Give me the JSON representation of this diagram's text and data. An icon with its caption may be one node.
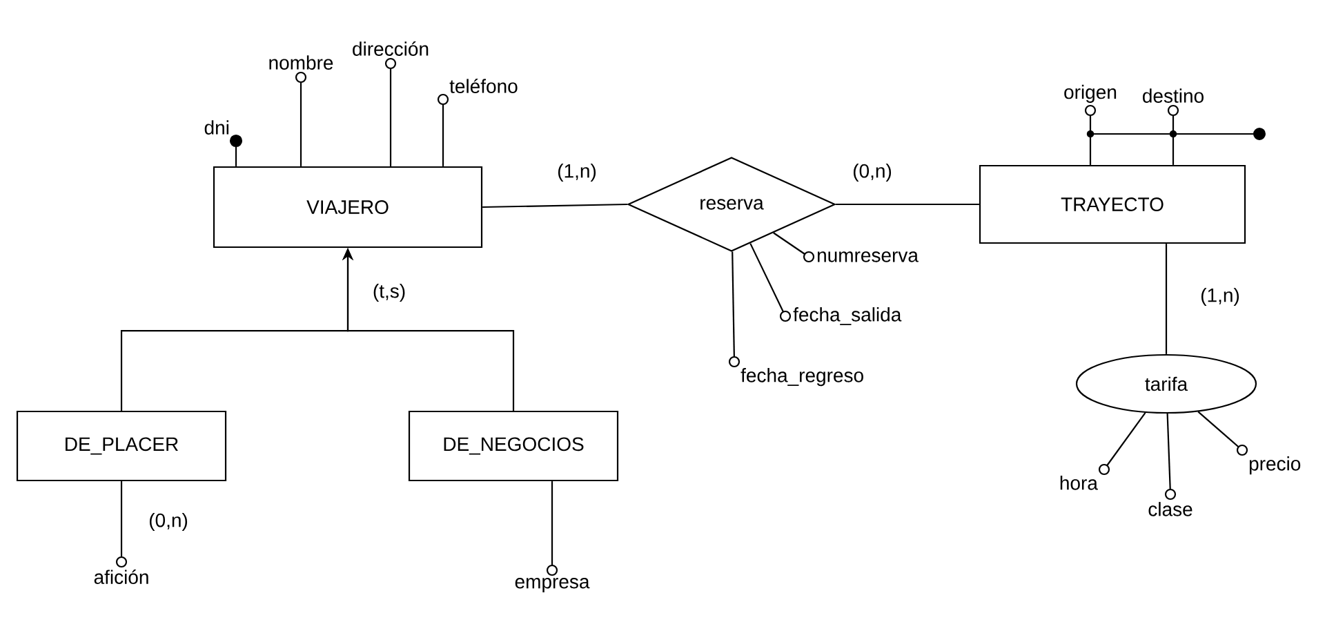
{
  "diagram": {
    "nodes": [
      {
        "text": [
          "VIAJERO"
        ]
      },
      {
        "text": [
          "reserva"
        ]
      },
      {
        "text": [
          "TRAYECTO"
        ]
      },
      {
        "text": [
          "DE_PLACER"
        ]
      },
      {
        "text": [
          "DE_NEGOCIOS"
        ]
      },
      {
        "text": [
          "tarifa"
        ]
      },
      {
        "text": [
          "dni"
        ]
      },
      {
        "text": [
          "nombre"
        ]
      },
      {
        "text": [
          "dirección"
        ]
      },
      {
        "text": [
          "teléfono"
        ]
      },
      {
        "text": [
          "origen"
        ]
      },
      {
        "text": [
          "destino"
        ]
      },
      {
        "text": [
          "numreserva"
        ]
      },
      {
        "text": [
          "fecha_salida"
        ]
      },
      {
        "text": [
          "fecha_regreso"
        ]
      },
      {
        "text": [
          "hora"
        ]
      },
      {
        "text": [
          "clase"
        ]
      },
      {
        "text": [
          "precio"
        ]
      },
      {
        "text": [
          "afición"
        ]
      },
      {
        "text": [
          "empresa"
        ]
      }
    ],
    "edges": [
      {
        "from": 0,
        "to": 1,
        "arrow": "none",
        "label": "(1,n)"
      },
      {
        "from": 1,
        "to": 2,
        "arrow": "none",
        "label": "(0,n)"
      },
      {
        "from": 3,
        "to": 0,
        "arrow": "to"
      },
      {
        "from": 4,
        "to": 0,
        "arrow": "to"
      },
      {
        "from": 2,
        "to": 5,
        "arrow": "none",
        "label": "(1,n)"
      },
      {
        "from": 0,
        "to": 6,
        "arrow": "other"
      },
      {
        "from": 0,
        "to": 7,
        "arrow": "other"
      },
      {
        "from": 0,
        "to": 8,
        "arrow": "other"
      },
      {
        "from": 0,
        "to": 9,
        "arrow": "other"
      },
      {
        "from": 2,
        "to": 10,
        "arrow": "other"
      },
      {
        "from": 2,
        "to": 11,
        "arrow": "other"
      },
      {
        "from": 1,
        "to": 12,
        "arrow": "other"
      },
      {
        "from": 1,
        "to": 13,
        "arrow": "other"
      },
      {
        "from": 1,
        "to": 14,
        "arrow": "other"
      },
      {
        "from": 5,
        "to": 15,
        "arrow": "other"
      },
      {
        "from": 5,
        "to": 16,
        "arrow": "other"
      },
      {
        "from": 5,
        "to": 17,
        "arrow": "other"
      },
      {
        "from": 3,
        "to": 18,
        "arrow": "other",
        "label": "(0,n)"
      },
      {
        "from": 4,
        "to": 19,
        "arrow": "other"
      }
    ],
    "labels": [
      "(t,s)"
    ]
  }
}
